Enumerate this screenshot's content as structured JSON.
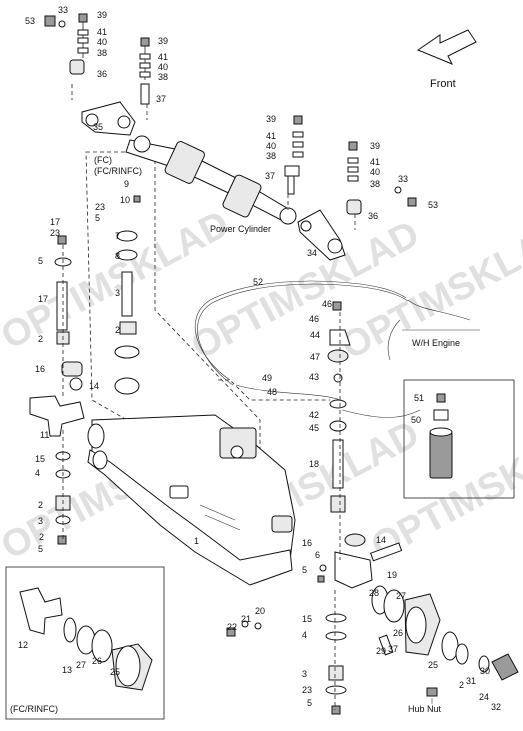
{
  "texts": {
    "front": "Front",
    "power_cylinder": "Power Cylinder",
    "wh_engine": "W/H Engine",
    "hub_nut": "Hub Nut",
    "fc_top_1": "(FC)",
    "fc_top_2": "(FC/RINFC)",
    "fc_bottom": "(FC/RINFC)",
    "watermark": "OPTIMSKLAD"
  },
  "callouts": [
    "53",
    "33",
    "39",
    "41",
    "40",
    "38",
    "36",
    "39",
    "41",
    "40",
    "38",
    "37",
    "35",
    "39",
    "41",
    "40",
    "38",
    "37",
    "39",
    "41",
    "40",
    "38",
    "33",
    "53",
    "36",
    "34",
    "9",
    "10",
    "23",
    "5",
    "7",
    "8",
    "17",
    "23",
    "5",
    "3",
    "17",
    "2",
    "52",
    "46",
    "46",
    "44",
    "47",
    "43",
    "49",
    "48",
    "42",
    "45",
    "18",
    "51",
    "50",
    "2",
    "16",
    "14",
    "11",
    "15",
    "4",
    "2",
    "3",
    "5",
    "2",
    "1",
    "16",
    "14",
    "5",
    "6",
    "19",
    "12",
    "13",
    "27",
    "26",
    "25",
    "21",
    "20",
    "22",
    "15",
    "4",
    "28",
    "26",
    "27",
    "25",
    "29",
    "37",
    "31",
    "24",
    "32",
    "30",
    "2",
    "3",
    "23",
    "5"
  ]
}
